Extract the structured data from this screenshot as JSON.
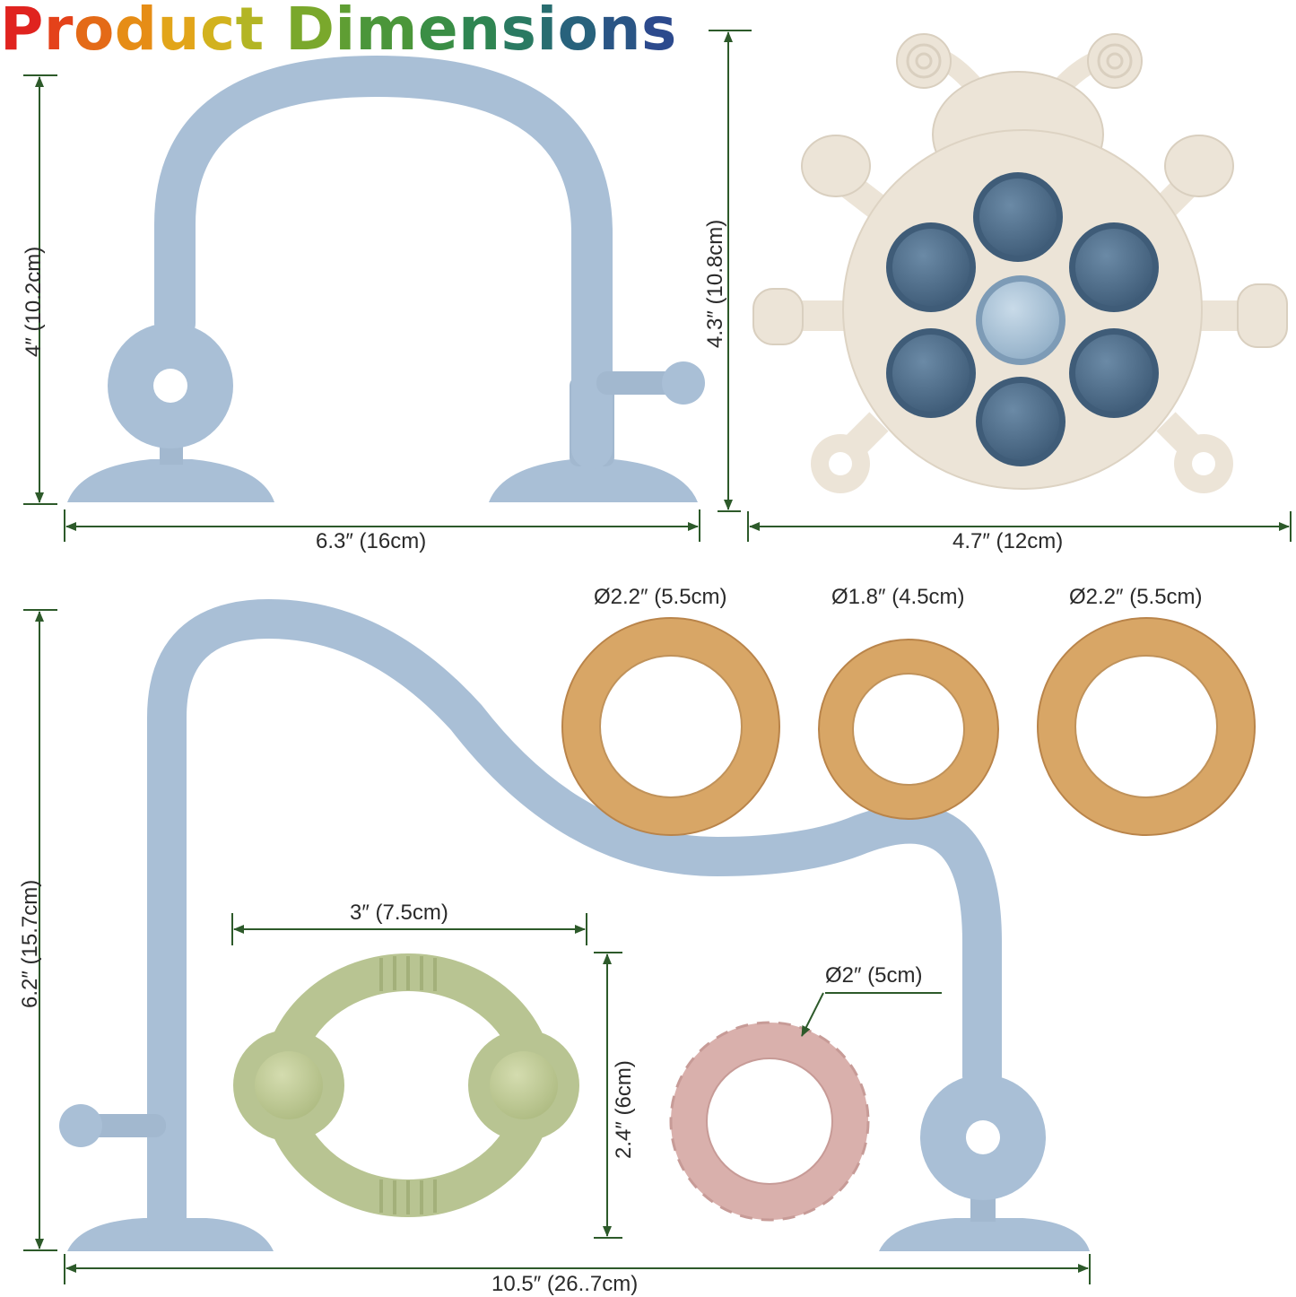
{
  "title": {
    "letters": [
      {
        "ch": "P",
        "color": "#e0231f"
      },
      {
        "ch": "r",
        "color": "#e4421a"
      },
      {
        "ch": "o",
        "color": "#e46a17"
      },
      {
        "ch": "d",
        "color": "#e68d16"
      },
      {
        "ch": "u",
        "color": "#e2a51a"
      },
      {
        "ch": "c",
        "color": "#d2b21e"
      },
      {
        "ch": "t",
        "color": "#b3b524"
      },
      {
        "ch": " ",
        "color": "#000000"
      },
      {
        "ch": "D",
        "color": "#7aa82c"
      },
      {
        "ch": "i",
        "color": "#5f9e33"
      },
      {
        "ch": "m",
        "color": "#4b963a"
      },
      {
        "ch": "e",
        "color": "#3a8e45"
      },
      {
        "ch": "n",
        "color": "#2f8552"
      },
      {
        "ch": "s",
        "color": "#2a7a62"
      },
      {
        "ch": "i",
        "color": "#286d70"
      },
      {
        "ch": "o",
        "color": "#28627c"
      },
      {
        "ch": "n",
        "color": "#2a5585"
      },
      {
        "ch": "s",
        "color": "#2c4a8d"
      }
    ]
  },
  "colors": {
    "silicone_blue": "#a9bfd6",
    "silicone_blue_dark": "#8ea7c1",
    "ladybug_cream": "#ece4d7",
    "pop_blue": "#506f8c",
    "pop_light": "#a8c2d8",
    "wood": "#d8a666",
    "wood_dark": "#b9844a",
    "ring_green": "#b8c492",
    "ring_pink": "#d9b0ac",
    "dimension_line": "#2d5a2a"
  },
  "dimensions": {
    "small_arch_height": "4″ (10.2cm)",
    "small_arch_width": "6.3″ (16cm)",
    "ladybug_height": "4.3″ (10.8cm)",
    "ladybug_width": "4.7″ (12cm)",
    "large_arch_height": "6.2″ (15.7cm)",
    "large_arch_width": "10.5″ (26..7cm)",
    "wood_ring_1": "Ø2.2″ (5.5cm)",
    "wood_ring_2": "Ø1.8″ (4.5cm)",
    "wood_ring_3": "Ø2.2″ (5.5cm)",
    "green_ring_width": "3″ (7.5cm)",
    "green_ring_height": "2.4″ (6cm)",
    "pink_ring": "Ø2″ (5cm)"
  }
}
